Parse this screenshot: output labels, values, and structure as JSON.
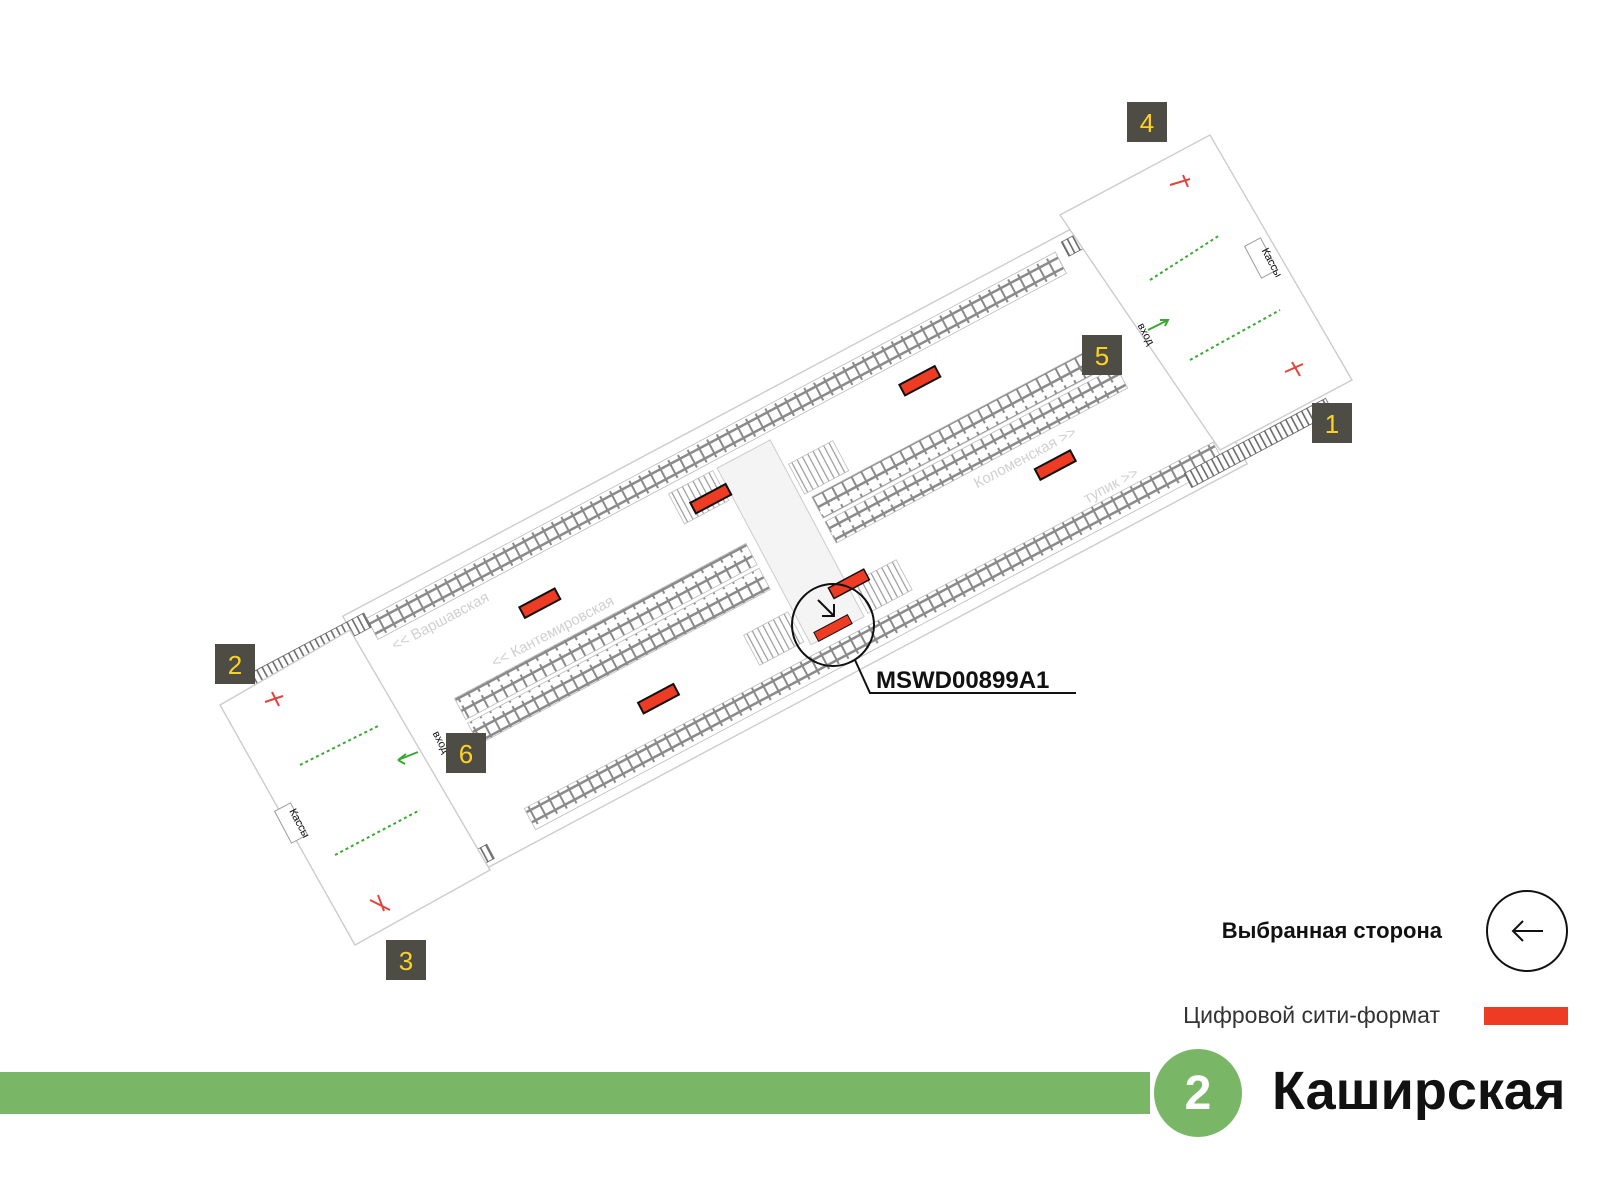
{
  "station": {
    "line_number": "2",
    "name": "Каширская",
    "line_color": "#79b766"
  },
  "tracks": {
    "warshavskaya": "<< Варшавская",
    "kantemirovskaya": "<< Кантемировская",
    "kolomenskaya": "Коломенская >>",
    "tupik": "тупик >>"
  },
  "exits": [
    "1",
    "2",
    "3",
    "4",
    "5",
    "6"
  ],
  "labels": {
    "kassy": "Кассы",
    "vhod": "вход"
  },
  "placement": {
    "code": "MSWD00899A1"
  },
  "legend": {
    "selected_side": "Выбранная сторона",
    "digital_cityformat": "Цифровой сити-формат",
    "highlight_color": "#ee3b24"
  },
  "icons": {
    "selected_side": "arrow-left-in-circle-icon",
    "placement_arrow": "arrow-down-right-icon"
  }
}
